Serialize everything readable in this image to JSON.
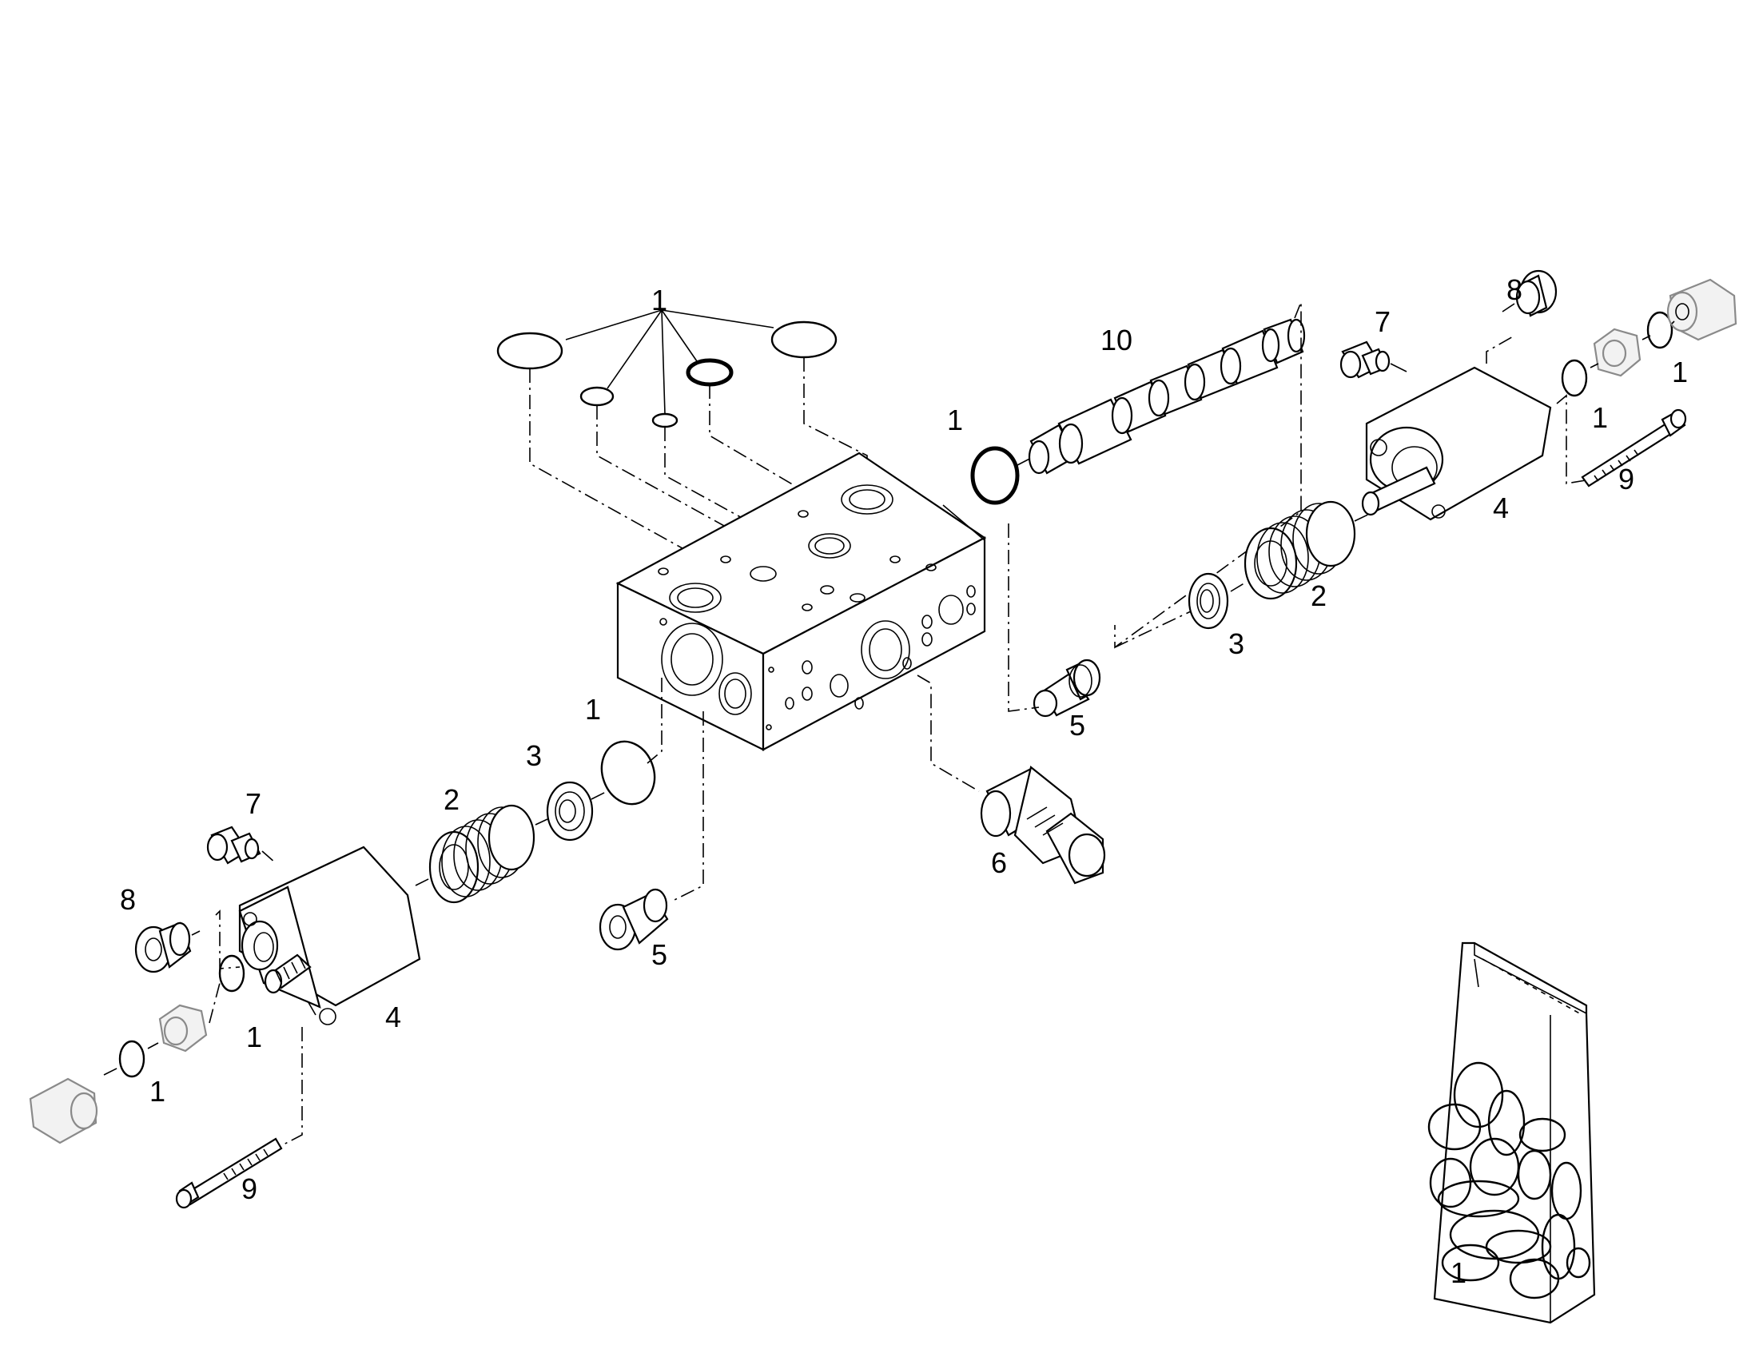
{
  "diagram": {
    "callouts": [
      {
        "id": "top-1",
        "text": "1"
      },
      {
        "id": "spool-10",
        "text": "10"
      },
      {
        "id": "spool-oring-1",
        "text": "1"
      },
      {
        "id": "r-7",
        "text": "7"
      },
      {
        "id": "r-8",
        "text": "8"
      },
      {
        "id": "r-1a",
        "text": "1"
      },
      {
        "id": "r-1b",
        "text": "1"
      },
      {
        "id": "r-9",
        "text": "9"
      },
      {
        "id": "r-4",
        "text": "4"
      },
      {
        "id": "r-2",
        "text": "2"
      },
      {
        "id": "r-3",
        "text": "3"
      },
      {
        "id": "r-5",
        "text": "5"
      },
      {
        "id": "l-1",
        "text": "1"
      },
      {
        "id": "l-3",
        "text": "3"
      },
      {
        "id": "l-2",
        "text": "2"
      },
      {
        "id": "l-7",
        "text": "7"
      },
      {
        "id": "l-8",
        "text": "8"
      },
      {
        "id": "l-4",
        "text": "4"
      },
      {
        "id": "l-1a",
        "text": "1"
      },
      {
        "id": "l-1b",
        "text": "1"
      },
      {
        "id": "l-9",
        "text": "9"
      },
      {
        "id": "l-5",
        "text": "5"
      },
      {
        "id": "c-6",
        "text": "6"
      },
      {
        "id": "bag-1",
        "text": "1"
      }
    ]
  }
}
